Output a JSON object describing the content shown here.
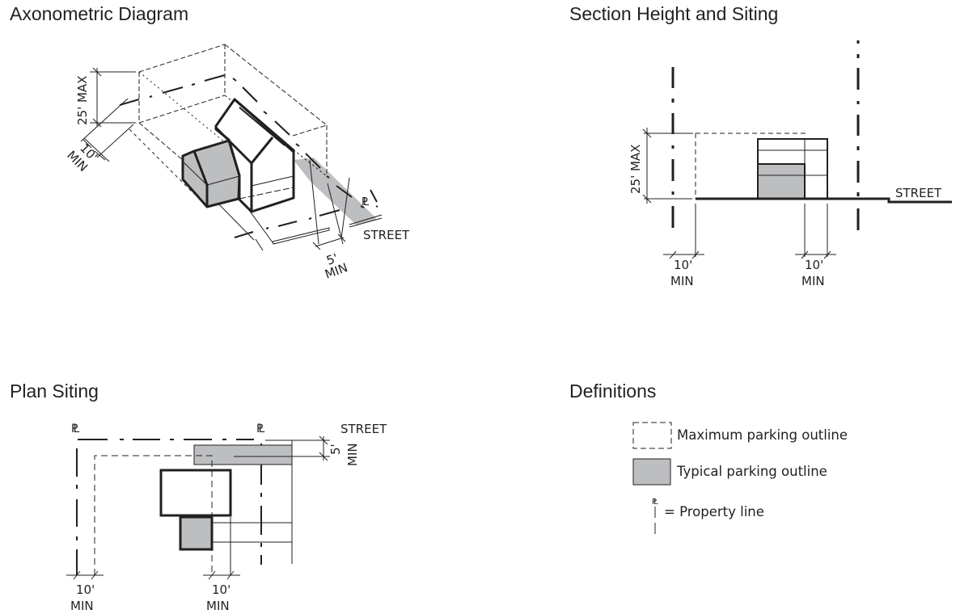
{
  "colors": {
    "ink": "#231f20",
    "parking_fill": "#bcbec0",
    "background": "#ffffff"
  },
  "panels": {
    "axonometric": {
      "title": "Axonometric Diagram",
      "labels": {
        "height": "25' MAX",
        "side_setback_value": "10'",
        "side_setback_unit": "MIN",
        "front_setback_value": "5'",
        "front_setback_unit": "MIN",
        "property_line": "PL",
        "street": "STREET"
      }
    },
    "section": {
      "title": "Section Height and Siting",
      "labels": {
        "height": "25' MAX",
        "left_setback_value": "10'",
        "left_setback_unit": "MIN",
        "right_setback_value": "10'",
        "right_setback_unit": "MIN",
        "street": "STREET"
      }
    },
    "plan": {
      "title": "Plan Siting",
      "labels": {
        "property_line_left": "PL",
        "property_line_right": "PL",
        "street": "STREET",
        "front_setback_value": "5'",
        "front_setback_unit": "MIN",
        "left_setback_value": "10'",
        "left_setback_unit": "MIN",
        "mid_setback_value": "10'",
        "mid_setback_unit": "MIN"
      }
    },
    "definitions": {
      "title": "Definitions",
      "items": [
        {
          "symbol": "dashed-box-icon",
          "label": "Maximum parking outline"
        },
        {
          "symbol": "gray-box-icon",
          "label": "Typical parking outline"
        },
        {
          "symbol": "property-line-icon",
          "prefix": "= ",
          "label": "Property line",
          "symbol_text": "PL"
        }
      ]
    }
  }
}
